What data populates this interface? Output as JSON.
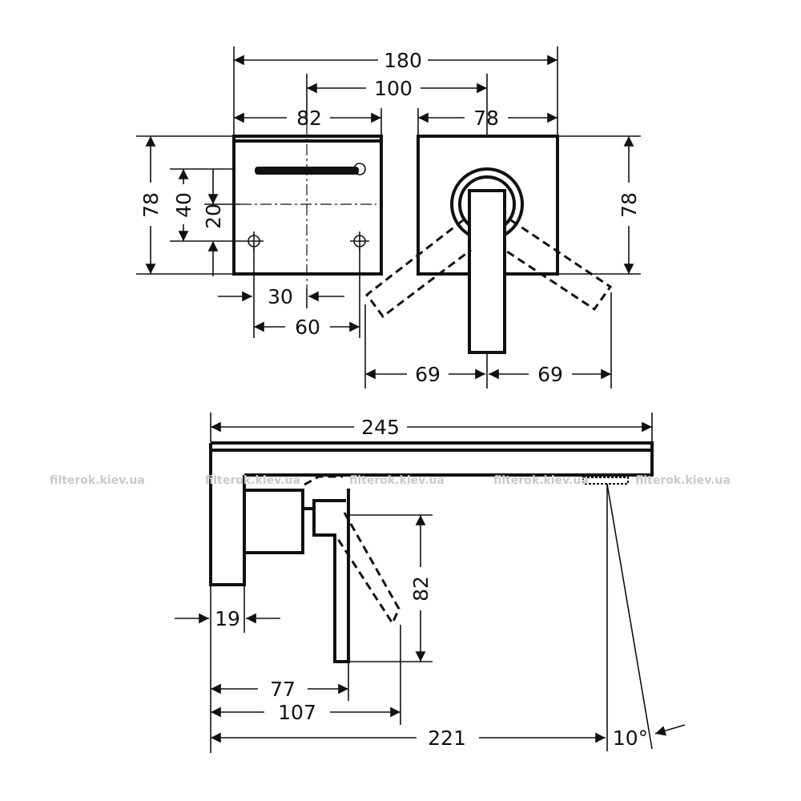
{
  "diagram": {
    "dimensions": {
      "top_width_total": "180",
      "top_center_spacing": "100",
      "left_plate_width": "82",
      "right_plate_width": "78",
      "left_height": "78",
      "right_height": "78",
      "hole_vertical_40": "40",
      "hole_vertical_20": "20",
      "hole_offset_30": "30",
      "hole_spacing_60": "60",
      "lever_swing_left": "69",
      "lever_swing_right": "69",
      "spout_length": "245",
      "wall_depth": "19",
      "lever_height": "82",
      "lever_depth_77": "77",
      "lever_depth_107": "107",
      "outlet_reach": "221",
      "spray_angle": "10°"
    },
    "watermarks": [
      "filterok.kiev.ua",
      "filterok.kiev.ua",
      "filterok.kiev.ua",
      "filterok.kiev.ua",
      "filterok.kiev.ua"
    ]
  }
}
